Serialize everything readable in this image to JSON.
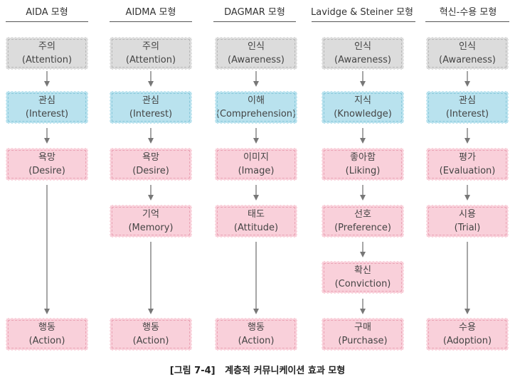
{
  "caption": {
    "label": "[그림 7-4]",
    "title": "계층적 커뮤니케이션 효과 모형"
  },
  "colors": {
    "gray": "#dcdcdc",
    "blue": "#b9e2ee",
    "pink": "#f9d0da",
    "arrow": "#777777"
  },
  "models": [
    {
      "title": "AIDA 모형",
      "stages": [
        {
          "ko": "주의",
          "en": "(Attention)",
          "color": "gray"
        },
        {
          "ko": "관심",
          "en": "(Interest)",
          "color": "blue"
        },
        {
          "ko": "욕망",
          "en": "(Desire)",
          "color": "pink"
        },
        {
          "ko": "행동",
          "en": "(Action)",
          "color": "pink"
        }
      ]
    },
    {
      "title": "AIDMA 모형",
      "stages": [
        {
          "ko": "주의",
          "en": "(Attention)",
          "color": "gray"
        },
        {
          "ko": "관심",
          "en": "(Interest)",
          "color": "blue"
        },
        {
          "ko": "욕망",
          "en": "(Desire)",
          "color": "pink"
        },
        {
          "ko": "기억",
          "en": "(Memory)",
          "color": "pink"
        },
        {
          "ko": "행동",
          "en": "(Action)",
          "color": "pink"
        }
      ]
    },
    {
      "title": "DAGMAR 모형",
      "stages": [
        {
          "ko": "인식",
          "en": "(Awareness)",
          "color": "gray"
        },
        {
          "ko": "이해",
          "en": "(Comprehension)",
          "color": "blue"
        },
        {
          "ko": "이미지",
          "en": "(Image)",
          "color": "pink"
        },
        {
          "ko": "태도",
          "en": "(Attitude)",
          "color": "pink"
        },
        {
          "ko": "행동",
          "en": "(Action)",
          "color": "pink"
        }
      ]
    },
    {
      "title": "Lavidge & Steiner 모형",
      "stages": [
        {
          "ko": "인식",
          "en": "(Awareness)",
          "color": "gray"
        },
        {
          "ko": "지식",
          "en": "(Knowledge)",
          "color": "blue"
        },
        {
          "ko": "좋아함",
          "en": "(Liking)",
          "color": "pink"
        },
        {
          "ko": "선호",
          "en": "(Preference)",
          "color": "pink"
        },
        {
          "ko": "확신",
          "en": "(Conviction)",
          "color": "pink"
        },
        {
          "ko": "구매",
          "en": "(Purchase)",
          "color": "pink"
        }
      ]
    },
    {
      "title": "혁신-수용 모형",
      "stages": [
        {
          "ko": "인식",
          "en": "(Awareness)",
          "color": "gray"
        },
        {
          "ko": "관심",
          "en": "(Interest)",
          "color": "blue"
        },
        {
          "ko": "평가",
          "en": "(Evaluation)",
          "color": "pink"
        },
        {
          "ko": "시용",
          "en": "(Trial)",
          "color": "pink"
        },
        {
          "ko": "수용",
          "en": "(Adoption)",
          "color": "pink"
        }
      ]
    }
  ]
}
